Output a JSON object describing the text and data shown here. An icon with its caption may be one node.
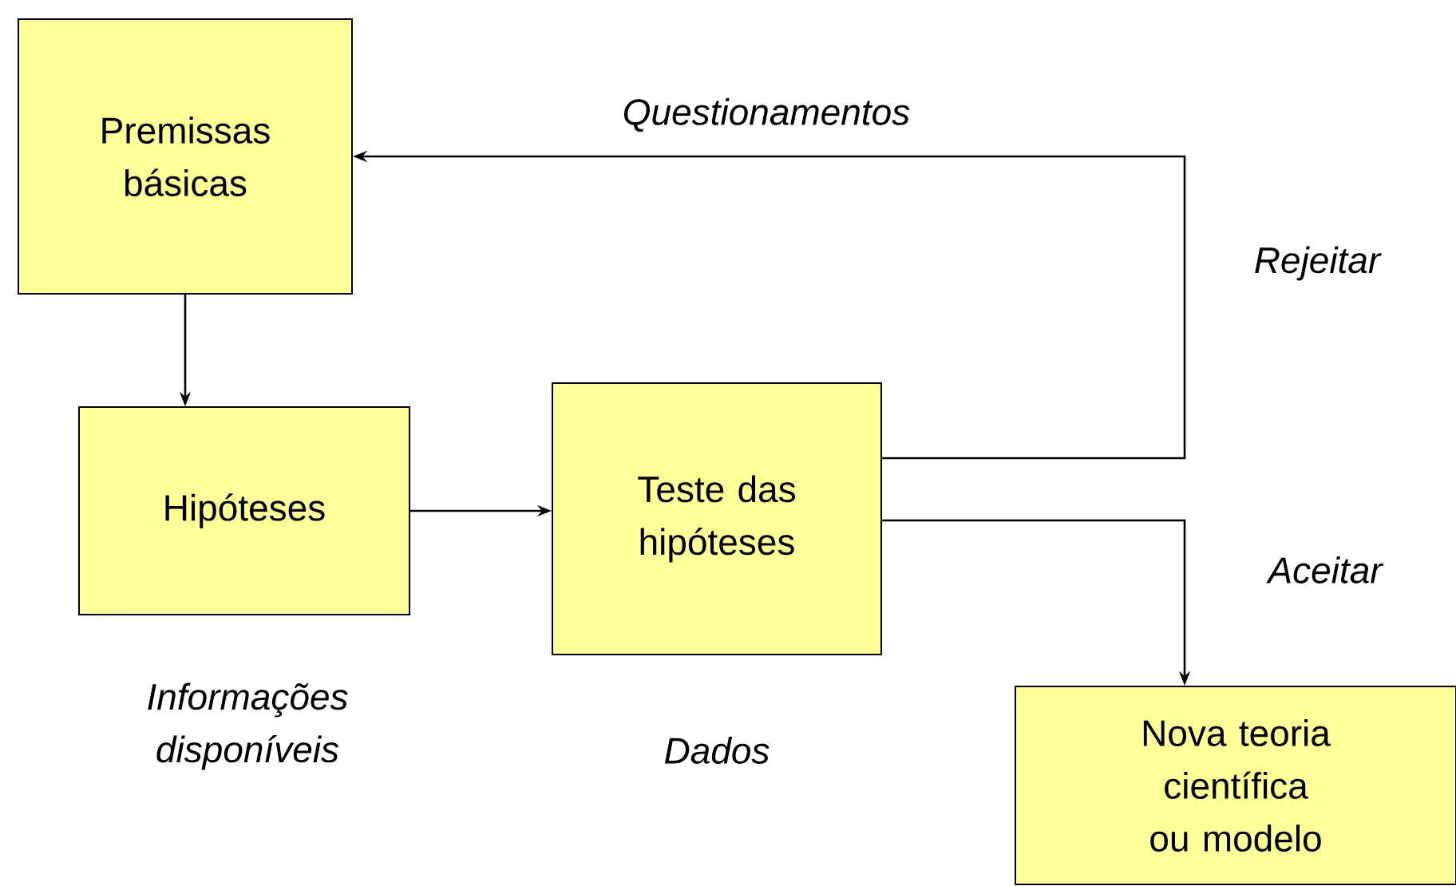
{
  "diagram": {
    "nodes": [
      {
        "text": [
          "Premissas básicas"
        ]
      },
      {
        "text": [
          "Hipóteses"
        ]
      },
      {
        "text": [
          "Teste das hipóteses"
        ]
      },
      {
        "text": [
          "Nova teoria científica ou modelo"
        ]
      }
    ],
    "edges": [
      {
        "from": 0,
        "to": 1,
        "arrow": "to"
      },
      {
        "from": 1,
        "to": 2,
        "arrow": "to"
      },
      {
        "from": 2,
        "to": 0,
        "arrow": "to",
        "label": "Rejeitar"
      },
      {
        "from": 2,
        "to": 3,
        "arrow": "to",
        "label": "Aceitar"
      }
    ],
    "labels": [
      "Questionamentos",
      "Informações disponíveis",
      "Dados"
    ]
  }
}
